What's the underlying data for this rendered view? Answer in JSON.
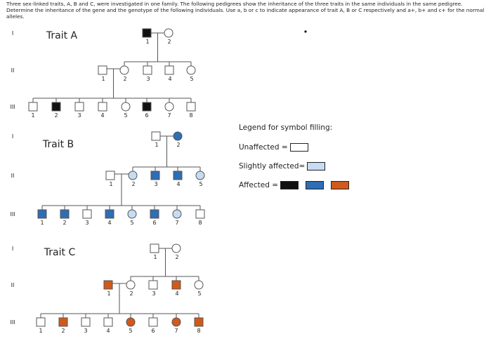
{
  "header": {
    "text": "Three sex-linked traits, A, B and C, were investigated in one family. The following pedigrees show the inheritance of the three traits in the same individuals in the same pedigree. Determine the inheritance of the gene and the genotype of the following individuals. Use a, b or c to indicate appearance of trait A, B or C respectively and a+, b+ and c+ for the normal alleles."
  },
  "generation_labels": [
    "I",
    "II",
    "III"
  ],
  "colors": {
    "unaffected": "#ffffff",
    "slightly_affected": "#c5dcf2",
    "affected_black": "#111111",
    "affected_blue": "#2f6db5",
    "affected_orange": "#cf5a1c",
    "stroke": "#555555"
  },
  "pedigrees": [
    {
      "title": "Trait A",
      "gen1": [
        {
          "label": "1",
          "sex": "male",
          "fill": "affected_black"
        },
        {
          "label": "2",
          "sex": "female",
          "fill": "unaffected"
        }
      ],
      "gen2": [
        {
          "label": "1",
          "sex": "male",
          "fill": "unaffected"
        },
        {
          "label": "2",
          "sex": "female",
          "fill": "unaffected"
        },
        {
          "label": "3",
          "sex": "male",
          "fill": "unaffected"
        },
        {
          "label": "4",
          "sex": "male",
          "fill": "unaffected"
        },
        {
          "label": "5",
          "sex": "female",
          "fill": "unaffected"
        }
      ],
      "gen3": [
        {
          "label": "1",
          "sex": "male",
          "fill": "unaffected"
        },
        {
          "label": "2",
          "sex": "male",
          "fill": "affected_black"
        },
        {
          "label": "3",
          "sex": "male",
          "fill": "unaffected"
        },
        {
          "label": "4",
          "sex": "male",
          "fill": "unaffected"
        },
        {
          "label": "5",
          "sex": "female",
          "fill": "unaffected"
        },
        {
          "label": "6",
          "sex": "male",
          "fill": "affected_black"
        },
        {
          "label": "7",
          "sex": "female",
          "fill": "unaffected"
        },
        {
          "label": "8",
          "sex": "male",
          "fill": "unaffected"
        }
      ]
    },
    {
      "title": "Trait B",
      "gen1": [
        {
          "label": "1",
          "sex": "male",
          "fill": "unaffected"
        },
        {
          "label": "2",
          "sex": "female",
          "fill": "affected_blue"
        }
      ],
      "gen2": [
        {
          "label": "1",
          "sex": "male",
          "fill": "unaffected"
        },
        {
          "label": "2",
          "sex": "female",
          "fill": "slightly_affected"
        },
        {
          "label": "3",
          "sex": "male",
          "fill": "affected_blue"
        },
        {
          "label": "4",
          "sex": "male",
          "fill": "affected_blue"
        },
        {
          "label": "5",
          "sex": "female",
          "fill": "slightly_affected"
        }
      ],
      "gen3": [
        {
          "label": "1",
          "sex": "male",
          "fill": "affected_blue"
        },
        {
          "label": "2",
          "sex": "male",
          "fill": "affected_blue"
        },
        {
          "label": "3",
          "sex": "male",
          "fill": "unaffected"
        },
        {
          "label": "4",
          "sex": "male",
          "fill": "affected_blue"
        },
        {
          "label": "5",
          "sex": "female",
          "fill": "slightly_affected"
        },
        {
          "label": "6",
          "sex": "male",
          "fill": "affected_blue"
        },
        {
          "label": "7",
          "sex": "female",
          "fill": "slightly_affected"
        },
        {
          "label": "8",
          "sex": "male",
          "fill": "unaffected"
        }
      ]
    },
    {
      "title": "Trait C",
      "gen1": [
        {
          "label": "1",
          "sex": "male",
          "fill": "unaffected"
        },
        {
          "label": "2",
          "sex": "female",
          "fill": "unaffected"
        }
      ],
      "gen2": [
        {
          "label": "1",
          "sex": "male",
          "fill": "affected_orange"
        },
        {
          "label": "2",
          "sex": "female",
          "fill": "unaffected"
        },
        {
          "label": "3",
          "sex": "male",
          "fill": "unaffected"
        },
        {
          "label": "4",
          "sex": "male",
          "fill": "affected_orange"
        },
        {
          "label": "5",
          "sex": "female",
          "fill": "unaffected"
        }
      ],
      "gen3": [
        {
          "label": "1",
          "sex": "male",
          "fill": "unaffected"
        },
        {
          "label": "2",
          "sex": "male",
          "fill": "affected_orange"
        },
        {
          "label": "3",
          "sex": "male",
          "fill": "unaffected"
        },
        {
          "label": "4",
          "sex": "male",
          "fill": "unaffected"
        },
        {
          "label": "5",
          "sex": "female",
          "fill": "affected_orange"
        },
        {
          "label": "6",
          "sex": "male",
          "fill": "unaffected"
        },
        {
          "label": "7",
          "sex": "female",
          "fill": "affected_orange"
        },
        {
          "label": "8",
          "sex": "male",
          "fill": "affected_orange"
        }
      ]
    }
  ],
  "legend": {
    "title": "Legend for symbol filling:",
    "unaffected_label": "Unaffected =",
    "slightly_label": "Slightly affected=",
    "affected_label": "Affected ="
  }
}
